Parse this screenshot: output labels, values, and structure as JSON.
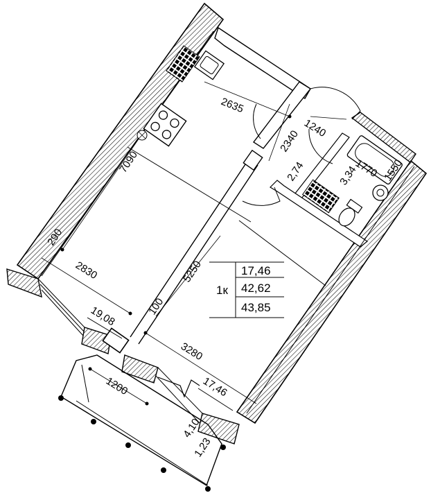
{
  "colors": {
    "line": "#000000",
    "hatch": "#000000",
    "background": "#ffffff"
  },
  "icons": [
    "stove-icon",
    "sink-icon",
    "bathtub-icon",
    "toilet-icon",
    "washbasin-icon",
    "door-swing-icon",
    "ventilation-icon"
  ],
  "dimensions": {
    "kitchen_width": "2635",
    "kitchen_length": "7090",
    "wall_short": "290",
    "room_width": "2830",
    "room_length": "5250",
    "partition": "100",
    "living_width": "3280",
    "balcony_width": "1200",
    "hall_width": "2340",
    "bath_width": "1240",
    "bath_depth": "1770",
    "bath_small": "1550"
  },
  "areas": {
    "hall": "2,74",
    "bathroom": "3,34",
    "kitchen": "19,08",
    "living": "17,46",
    "balcony_full": "4,10",
    "balcony_reduced": "1,23"
  },
  "summary": {
    "type": "1к",
    "living_area": "17,46",
    "total_area": "42,62",
    "total_with_balcony": "43,85"
  }
}
